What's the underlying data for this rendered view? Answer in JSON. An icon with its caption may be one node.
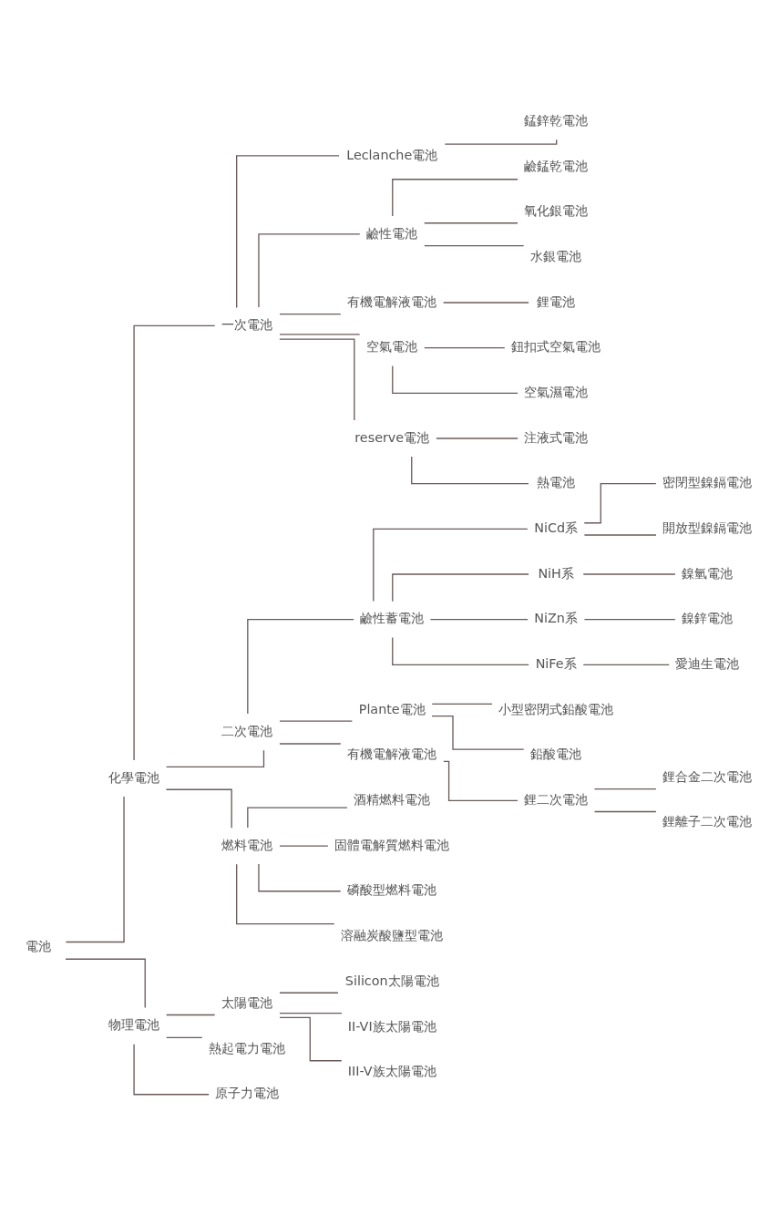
{
  "diagram": {
    "nodes": [
      {
        "text": [
          "電池"
        ]
      },
      {
        "text": [
          "化學電池"
        ]
      },
      {
        "text": [
          "一次電池"
        ]
      },
      {
        "text": [
          "Leclanche電池"
        ]
      },
      {
        "text": [
          "錳鋅乾電池"
        ]
      },
      {
        "text": [
          "鹼性電池"
        ]
      },
      {
        "text": [
          "鹼錳乾電池"
        ]
      },
      {
        "text": [
          "氧化銀電池"
        ]
      },
      {
        "text": [
          "水銀電池"
        ]
      },
      {
        "text": [
          "有機電解液電池"
        ]
      },
      {
        "text": [
          "鋰電池"
        ]
      },
      {
        "text": [
          "空氣電池"
        ]
      },
      {
        "text": [
          "鈕扣式空氣電池"
        ]
      },
      {
        "text": [
          "空氣濕電池"
        ]
      },
      {
        "text": [
          "reserve電池"
        ]
      },
      {
        "text": [
          "注液式電池"
        ]
      },
      {
        "text": [
          "熱電池"
        ]
      },
      {
        "text": [
          "二次電池"
        ]
      },
      {
        "text": [
          "鹼性蓄電池"
        ]
      },
      {
        "text": [
          "NiCd系"
        ]
      },
      {
        "text": [
          "密閉型鎳鎘電池"
        ]
      },
      {
        "text": [
          "開放型鎳鎘電池"
        ]
      },
      {
        "text": [
          "NiH系"
        ]
      },
      {
        "text": [
          "鎳氫電池"
        ]
      },
      {
        "text": [
          "NiZn系"
        ]
      },
      {
        "text": [
          "鎳鋅電池"
        ]
      },
      {
        "text": [
          "NiFe系"
        ]
      },
      {
        "text": [
          "愛迪生電池"
        ]
      },
      {
        "text": [
          "Plante電池"
        ]
      },
      {
        "text": [
          "小型密閉式鉛酸電池"
        ]
      },
      {
        "text": [
          "鉛酸電池"
        ]
      },
      {
        "text": [
          "有機電解液電池"
        ]
      },
      {
        "text": [
          "鋰二次電池"
        ]
      },
      {
        "text": [
          "鋰合金二次電池"
        ]
      },
      {
        "text": [
          "鋰離子二次電池"
        ]
      },
      {
        "text": [
          "燃料電池"
        ]
      },
      {
        "text": [
          "酒精燃料電池"
        ]
      },
      {
        "text": [
          "固體電解質燃料電池"
        ]
      },
      {
        "text": [
          "磷酸型燃料電池"
        ]
      },
      {
        "text": [
          "溶融炭酸鹽型電池"
        ]
      },
      {
        "text": [
          "物理電池"
        ]
      },
      {
        "text": [
          "太陽電池"
        ]
      },
      {
        "text": [
          "Silicon太陽電池"
        ]
      },
      {
        "text": [
          "II-VI族太陽電池"
        ]
      },
      {
        "text": [
          "III-V族太陽電池"
        ]
      },
      {
        "text": [
          "熱起電力電池"
        ]
      },
      {
        "text": [
          "原子力電池"
        ]
      }
    ],
    "edges": [
      {
        "from": 0,
        "to": 1,
        "arrow": "none"
      },
      {
        "from": 1,
        "to": 2,
        "arrow": "none"
      },
      {
        "from": 2,
        "to": 3,
        "arrow": "none"
      },
      {
        "from": 3,
        "to": 4,
        "arrow": "none"
      },
      {
        "from": 2,
        "to": 5,
        "arrow": "none"
      },
      {
        "from": 5,
        "to": 6,
        "arrow": "none"
      },
      {
        "from": 5,
        "to": 7,
        "arrow": "none"
      },
      {
        "from": 5,
        "to": 8,
        "arrow": "none"
      },
      {
        "from": 2,
        "to": 9,
        "arrow": "none"
      },
      {
        "from": 9,
        "to": 10,
        "arrow": "none"
      },
      {
        "from": 2,
        "to": 11,
        "arrow": "none"
      },
      {
        "from": 11,
        "to": 12,
        "arrow": "none"
      },
      {
        "from": 11,
        "to": 13,
        "arrow": "none"
      },
      {
        "from": 2,
        "to": 14,
        "arrow": "none"
      },
      {
        "from": 14,
        "to": 15,
        "arrow": "none"
      },
      {
        "from": 14,
        "to": 16,
        "arrow": "none"
      },
      {
        "from": 1,
        "to": 17,
        "arrow": "none"
      },
      {
        "from": 17,
        "to": 18,
        "arrow": "none"
      },
      {
        "from": 18,
        "to": 19,
        "arrow": "none"
      },
      {
        "from": 19,
        "to": 20,
        "arrow": "none"
      },
      {
        "from": 19,
        "to": 21,
        "arrow": "none"
      },
      {
        "from": 18,
        "to": 22,
        "arrow": "none"
      },
      {
        "from": 22,
        "to": 23,
        "arrow": "none"
      },
      {
        "from": 18,
        "to": 24,
        "arrow": "none"
      },
      {
        "from": 24,
        "to": 25,
        "arrow": "none"
      },
      {
        "from": 18,
        "to": 26,
        "arrow": "none"
      },
      {
        "from": 26,
        "to": 27,
        "arrow": "none"
      },
      {
        "from": 17,
        "to": 28,
        "arrow": "none"
      },
      {
        "from": 28,
        "to": 29,
        "arrow": "none"
      },
      {
        "from": 28,
        "to": 30,
        "arrow": "none"
      },
      {
        "from": 17,
        "to": 31,
        "arrow": "none"
      },
      {
        "from": 31,
        "to": 32,
        "arrow": "none"
      },
      {
        "from": 32,
        "to": 33,
        "arrow": "none"
      },
      {
        "from": 32,
        "to": 34,
        "arrow": "none"
      },
      {
        "from": 1,
        "to": 35,
        "arrow": "none"
      },
      {
        "from": 35,
        "to": 36,
        "arrow": "none"
      },
      {
        "from": 35,
        "to": 37,
        "arrow": "none"
      },
      {
        "from": 35,
        "to": 38,
        "arrow": "none"
      },
      {
        "from": 35,
        "to": 39,
        "arrow": "none"
      },
      {
        "from": 0,
        "to": 40,
        "arrow": "none"
      },
      {
        "from": 40,
        "to": 41,
        "arrow": "none"
      },
      {
        "from": 41,
        "to": 42,
        "arrow": "none"
      },
      {
        "from": 41,
        "to": 43,
        "arrow": "none"
      },
      {
        "from": 41,
        "to": 44,
        "arrow": "none"
      },
      {
        "from": 40,
        "to": 45,
        "arrow": "none"
      },
      {
        "from": 40,
        "to": 46,
        "arrow": "none"
      }
    ]
  }
}
